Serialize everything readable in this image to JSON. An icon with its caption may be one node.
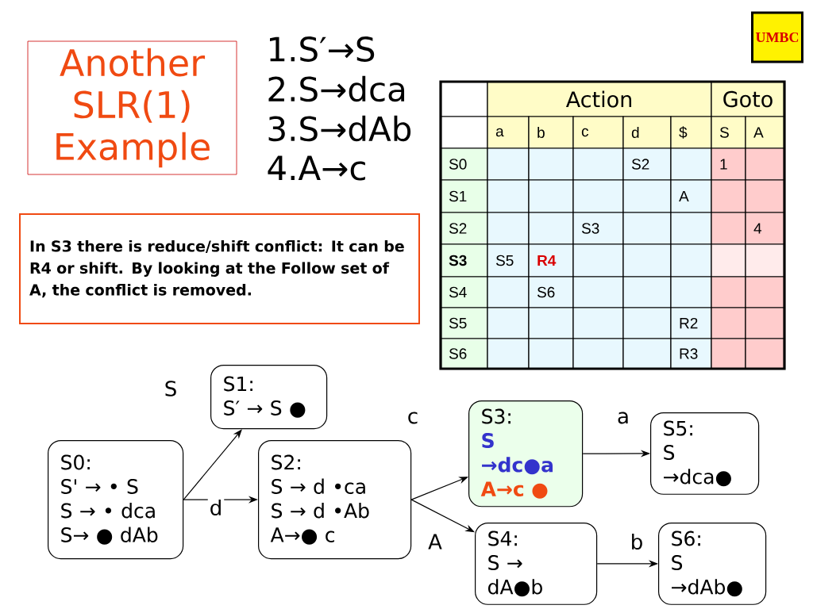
{
  "diagram": {
    "nodes": [
      {
        "text": [
          "Another SLR(1) Example"
        ]
      },
      {
        "text": [
          "UMBC"
        ]
      },
      {
        "text": [
          "In S3 there is reduce/shift conflict: It can be R4 or shift. By looking at the Follow set of A, the conflict is removed."
        ]
      },
      {
        "text": [
          "S0:",
          "S' → • S",
          "S → • dca",
          "S→ ● dAb"
        ]
      },
      {
        "text": [
          "S1:",
          "S′ → S ●"
        ]
      },
      {
        "text": [
          "S2:",
          "S → d •ca",
          "S → d •Ab",
          "A→● c"
        ]
      },
      {
        "text": [
          "S3:",
          "S →dc●a",
          "A→c ●"
        ]
      },
      {
        "text": [
          "S4:",
          "S → dA●b"
        ]
      },
      {
        "text": [
          "S5:",
          "S →dca●"
        ]
      },
      {
        "text": [
          "S6:",
          "S →dAb●"
        ]
      }
    ],
    "edges": [
      {
        "from": 3,
        "to": 4,
        "arrow": "to",
        "label": "S"
      },
      {
        "from": 3,
        "to": 5,
        "arrow": "to",
        "label": "d"
      },
      {
        "from": 5,
        "to": 6,
        "arrow": "to",
        "label": "c"
      },
      {
        "from": 5,
        "to": 7,
        "arrow": "to",
        "label": "A"
      },
      {
        "from": 6,
        "to": 8,
        "arrow": "to",
        "label": "a"
      },
      {
        "from": 7,
        "to": 9,
        "arrow": "to",
        "label": "b"
      }
    ],
    "labels": [
      "1.S′→S",
      "2.S→dca",
      "3.S→dAb",
      "4.A→c",
      "Action",
      "Goto",
      "a",
      "b",
      "c",
      "d",
      "$",
      "S",
      "A",
      "S0",
      "S2",
      "1",
      "S1",
      "A",
      "S2",
      "S3",
      "4",
      "S3",
      "S5",
      "R4",
      "S4",
      "S6",
      "S5",
      "R2",
      "S6",
      "R3"
    ]
  }
}
